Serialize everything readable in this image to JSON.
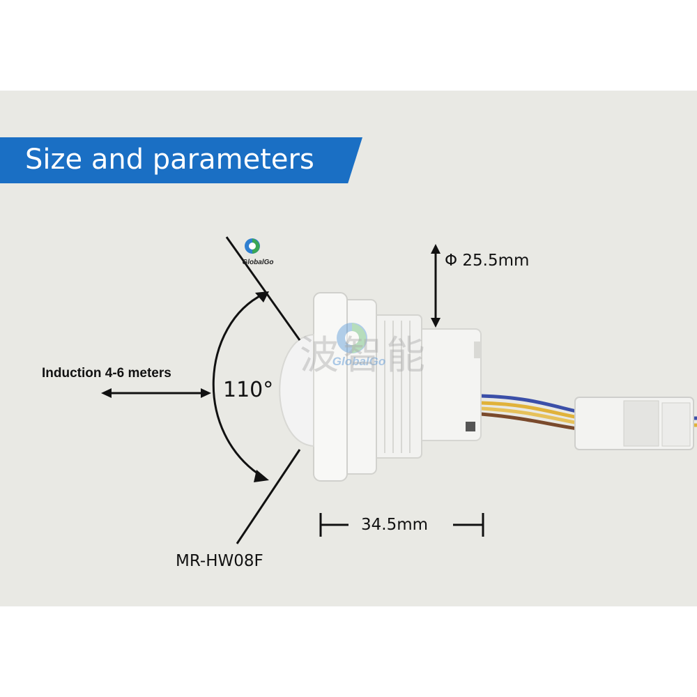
{
  "banner": {
    "title": "Size and parameters"
  },
  "labels": {
    "induction": "Induction 4-6 meters",
    "angle": "110°",
    "diameter": "Φ 25.5mm",
    "length": "34.5mm",
    "model": "MR-HW08F"
  },
  "watermark": {
    "logo_text": "GlobalGo",
    "chinese_text": "波智能"
  },
  "colors": {
    "banner": "#1a6fc4",
    "background": "#e9e9e4"
  }
}
